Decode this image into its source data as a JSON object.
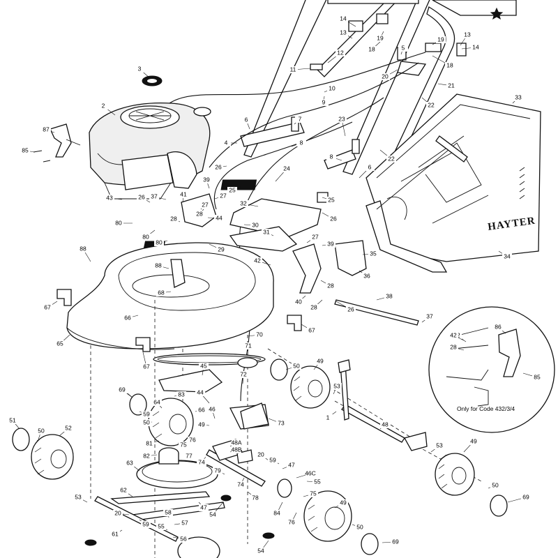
{
  "brand": "HAYTER",
  "inset_caption": "Only for Code 432/3/4",
  "callouts": {
    "c1": "1",
    "c2": "2",
    "c3": "3",
    "c4": "4",
    "c5": "5",
    "c6": "6",
    "c7": "7",
    "c8": "8",
    "c9": "9",
    "c10": "10",
    "c11": "11",
    "c12": "12",
    "c13": "13",
    "c14": "14",
    "c18": "18",
    "c19": "19",
    "c20": "20",
    "c21": "21",
    "c22": "22",
    "c23": "23",
    "c24": "24",
    "c25": "25",
    "c26": "26",
    "c27": "27",
    "c28": "28",
    "c29": "29",
    "c30": "30",
    "c31": "31",
    "c32": "32",
    "c33": "33",
    "c34": "34",
    "c35": "35",
    "c36": "36",
    "c37": "37",
    "c38": "38",
    "c39": "39",
    "c40": "40",
    "c41": "41",
    "c42": "42",
    "c43": "43",
    "c44": "44",
    "c45": "45",
    "c46": "46",
    "c47": "47",
    "c48": "48",
    "c48a": "48A",
    "c48b": "48B",
    "c46c": "46C",
    "c49": "49",
    "c50": "50",
    "c51": "51",
    "c52": "52",
    "c53": "53",
    "c54": "54",
    "c55": "55",
    "c56": "56",
    "c57": "57",
    "c58": "58",
    "c59": "59",
    "c61": "61",
    "c62": "62",
    "c63": "63",
    "c64": "64",
    "c65": "65",
    "c66": "66",
    "c67": "67",
    "c68": "68",
    "c69": "69",
    "c70": "70",
    "c71": "71",
    "c72": "72",
    "c73": "73",
    "c74": "74",
    "c75": "75",
    "c76": "76",
    "c77": "77",
    "c78": "78",
    "c79": "79",
    "c80": "80",
    "c81": "81",
    "c82": "82",
    "c83": "83",
    "c84": "84",
    "c85": "85",
    "c86": "86",
    "c87": "87",
    "c88": "88"
  },
  "icons": [
    "star-icon"
  ]
}
